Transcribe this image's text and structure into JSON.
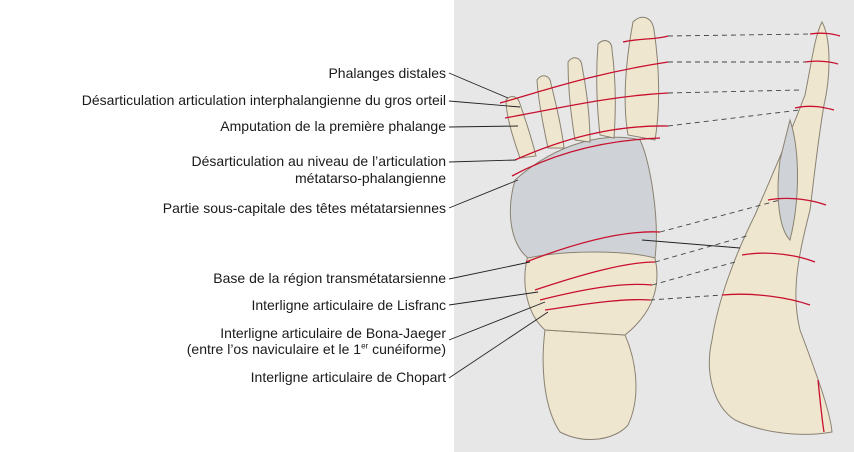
{
  "labels": {
    "phalanges_distales": "Phalanges distales",
    "desarticulation_ip_gros_orteil": "Désarticulation articulation interphalangienne du gros orteil",
    "amputation_premiere_phalange": "Amputation de la première phalange",
    "desarticulation_mtp_line1": "Désarticulation au niveau de l’articulation",
    "desarticulation_mtp_line2": "métatarso-phalangienne",
    "sous_capitale": "Partie sous-capitale des têtes métatarsiennes",
    "base_transmetatarsienne": "Base de la région transmétatarsienne",
    "lisfranc": "Interligne articulaire de Lisfranc",
    "bona_jaeger_line1": "Interligne articulaire de Bona-Jaeger",
    "bona_jaeger_line2_a": "(entre l’os naviculaire et le 1",
    "bona_jaeger_sup": "er",
    "bona_jaeger_line2_b": " cunéiforme)",
    "chopart": "Interligne articulaire de Chopart"
  },
  "colors": {
    "panel_background": "#e7e7e8",
    "bone": "#efe6cf",
    "bone_outline": "#8a8272",
    "metatarsal_shading": "#bfc3c9",
    "amputation_line": "#c8102e",
    "leader_line": "#222222",
    "dash_line": "#444444"
  }
}
